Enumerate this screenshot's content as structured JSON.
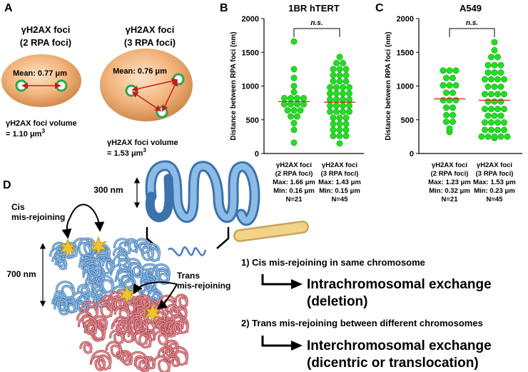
{
  "panelA": {
    "letter": "A",
    "cell1": {
      "title_line1": "γH2AX foci",
      "title_line2": "(2 RPA foci)",
      "mean": "Mean: 0.77 μm",
      "volume_line1": "γH2AX foci volume",
      "volume_line2": "= 1.10 μm",
      "volume_sup": "3"
    },
    "cell2": {
      "title_line1": "γH2AX foci",
      "title_line2": "(3 RPA foci)",
      "mean": "Mean: 0.76 μm",
      "volume_line1": "γH2AX foci volume",
      "volume_line2": "= 1.53 μm",
      "volume_sup": "3"
    }
  },
  "panelB": {
    "letter": "B"
  },
  "panelC": {
    "letter": "C"
  },
  "chart_data": [
    {
      "type": "scatter",
      "title": "1BR hTERT",
      "ylabel": "Distance between RPA foci (nm)",
      "ylim": [
        0,
        2000
      ],
      "yticks": [
        "0",
        "500",
        "1000",
        "1500",
        "2000"
      ],
      "significance": "n.s.",
      "groups": [
        {
          "label_lines": [
            "γH2AX foci",
            "(2 RPA foci)",
            "Max: 1.66 μm",
            "Min: 0.16 μm",
            "N=21"
          ],
          "mean": 770,
          "values": [
            1660,
            1250,
            1120,
            1000,
            910,
            820,
            820,
            820,
            820,
            730,
            730,
            730,
            730,
            640,
            640,
            640,
            550,
            550,
            450,
            350,
            160
          ]
        },
        {
          "label_lines": [
            "γH2AX foci",
            "(3 RPA foci)",
            "Max: 1.43 μm",
            "Min: 0.15 μm",
            "N=45"
          ],
          "mean": 760,
          "values": [
            1430,
            1340,
            1340,
            1250,
            1250,
            1250,
            1160,
            1160,
            1160,
            1070,
            1070,
            1070,
            980,
            980,
            980,
            980,
            890,
            890,
            890,
            890,
            800,
            800,
            800,
            800,
            710,
            710,
            710,
            710,
            620,
            620,
            620,
            620,
            530,
            530,
            530,
            440,
            440,
            440,
            350,
            350,
            350,
            260,
            260,
            260,
            150
          ]
        }
      ]
    },
    {
      "type": "scatter",
      "title": "A549",
      "ylabel": "Distance between RPA foci (nm)",
      "ylim": [
        0,
        2000
      ],
      "yticks": [
        "0",
        "500",
        "1000",
        "1500",
        "2000"
      ],
      "significance": "n.s.",
      "groups": [
        {
          "label_lines": [
            "γH2AX foci",
            "(2 RPA foci)",
            "Max: 1.23 μm",
            "Min: 0.32 μm",
            "N=21"
          ],
          "mean": 810,
          "values": [
            1230,
            1230,
            1230,
            1120,
            1120,
            1010,
            1010,
            1010,
            900,
            900,
            790,
            790,
            790,
            680,
            680,
            570,
            570,
            470,
            470,
            370,
            320
          ]
        },
        {
          "label_lines": [
            "γH2AX foci",
            "(3 RPA foci)",
            "Max: 1.53 μm",
            "Min: 0.23 μm",
            "N=45"
          ],
          "mean": 790,
          "values": [
            1650,
            1530,
            1430,
            1430,
            1310,
            1310,
            1310,
            1200,
            1200,
            1200,
            1100,
            1100,
            1100,
            1100,
            990,
            990,
            990,
            880,
            880,
            880,
            880,
            770,
            770,
            770,
            660,
            660,
            660,
            660,
            560,
            560,
            560,
            460,
            460,
            460,
            460,
            350,
            350,
            350,
            350,
            250,
            250,
            250,
            250,
            250,
            230
          ]
        }
      ]
    }
  ],
  "panelD": {
    "letter": "D",
    "size_300": "300 nm",
    "size_700": "700 nm",
    "cis_line1": "Cis",
    "cis_line2": "mis-rejoining",
    "trans_line1": "Trans",
    "trans_line2": "mis-rejoining",
    "step1": "1) Cis mis-rejoining in same chromosome",
    "result1_line1": "Intrachromosomal exchange",
    "result1_line2": "(deletion)",
    "step2": "2) Trans mis-rejoining between different chromosomes",
    "result2_line1": "Interchromosomal exchange",
    "result2_line2": "(dicentric or translocation)"
  },
  "colors": {
    "dot": "#22dd22",
    "mean_line": "#e02020",
    "chromatin_blue": "#6a9fcf",
    "chromatin_red": "#c0585e",
    "cell_orange": "#f0b27a"
  }
}
